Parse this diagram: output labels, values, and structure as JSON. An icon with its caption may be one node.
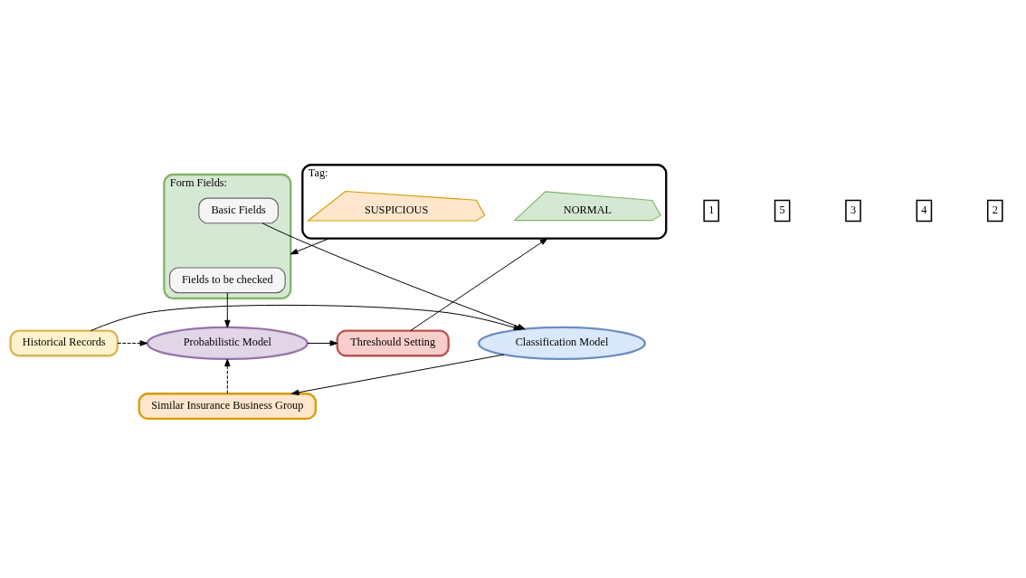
{
  "diagram": {
    "nodes": [
      {
        "text": [
          "Form Fields:"
        ]
      },
      {
        "text": [
          "Basic Fields"
        ],
        "in": 0
      },
      {
        "text": [
          "Fields to be checked"
        ],
        "in": 0
      },
      {
        "text": [
          "Tag:"
        ]
      },
      {
        "text": [
          "SUSPICIOUS"
        ],
        "in": 3
      },
      {
        "text": [
          "NORMAL"
        ],
        "in": 3
      },
      {
        "text": [
          "Classification Model"
        ]
      },
      {
        "text": [
          "Historical Records"
        ]
      },
      {
        "text": [
          "Probabilistic Model"
        ]
      },
      {
        "text": [
          "Threshould Setting"
        ]
      },
      {
        "text": [
          "Similar Insurance Business Group"
        ]
      }
    ],
    "edges": [
      {
        "from": 1,
        "to": 6,
        "arrow": "to"
      },
      {
        "from": 2,
        "to": 8,
        "arrow": "to"
      },
      {
        "from": 7,
        "to": 6,
        "arrow": "to"
      },
      {
        "from": 7,
        "to": 8,
        "arrow": "to",
        "style": "dashed"
      },
      {
        "from": 8,
        "to": 9,
        "arrow": "to"
      },
      {
        "from": 9,
        "to": 3,
        "arrow": "to"
      },
      {
        "from": 3,
        "to": 0,
        "arrow": "to"
      },
      {
        "from": 6,
        "to": 10,
        "arrow": "to"
      },
      {
        "from": 10,
        "to": 8,
        "arrow": "to",
        "style": "dashed"
      }
    ],
    "labels": [
      "1",
      "5",
      "3",
      "4",
      "2"
    ]
  }
}
